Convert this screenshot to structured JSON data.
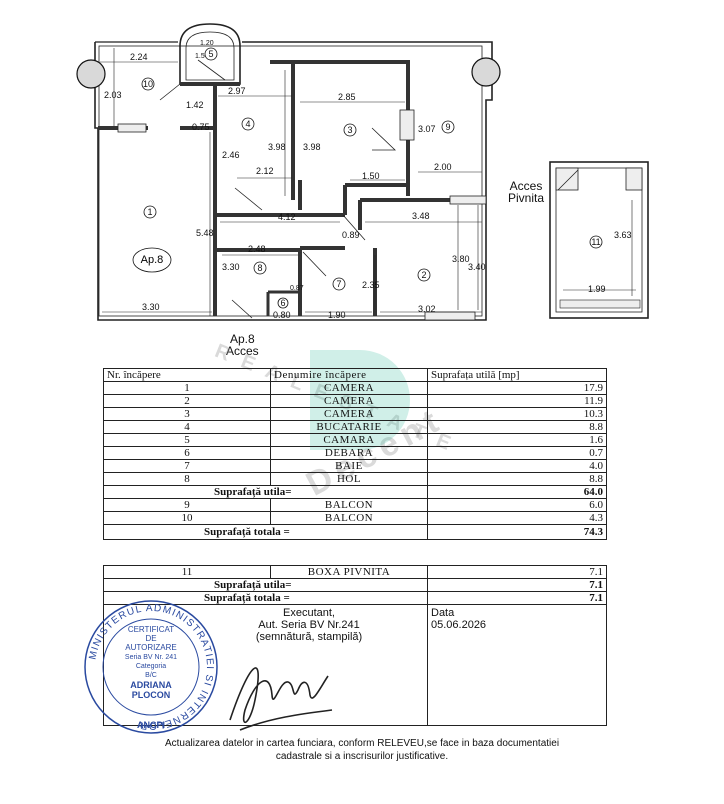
{
  "plan": {
    "dimensions": [
      "2.24",
      "1.20",
      "1.57",
      "2.03",
      "2.97",
      "1.42",
      "0.75",
      "2.85",
      "3.98",
      "3.98",
      "3.07",
      "2.46",
      "2.12",
      "1.50",
      "2.00",
      "4.12",
      "0.89",
      "3.48",
      "5.48",
      "2.48",
      "3.30",
      "3.80",
      "3.40",
      "2.35",
      "0.87",
      "0.80",
      "1.90",
      "3.02",
      "3.30",
      "3.63",
      "1.99"
    ],
    "room_numbers": [
      "1",
      "2",
      "3",
      "4",
      "5",
      "6",
      "7",
      "8",
      "9",
      "10",
      "11"
    ],
    "apartment_label": "Ap.8",
    "basement_access_label_line1": "Acces",
    "basement_access_label_line2": "Pivnita",
    "entry_label_line1": "Ap.8",
    "entry_label_line2": "Acces"
  },
  "table1": {
    "headers": [
      "Nr. încăpere",
      "Denumire încăpere",
      "Suprafața utilă [mp]"
    ],
    "rows": [
      [
        "1",
        "CAMERA",
        "17.9"
      ],
      [
        "2",
        "CAMERA",
        "11.9"
      ],
      [
        "3",
        "CAMERA",
        "10.3"
      ],
      [
        "4",
        "BUCATARIE",
        "8.8"
      ],
      [
        "5",
        "CAMARA",
        "1.6"
      ],
      [
        "6",
        "DEBARA",
        "0.7"
      ],
      [
        "7",
        "BAIE",
        "4.0"
      ],
      [
        "8",
        "HOL",
        "8.8"
      ]
    ],
    "useful_label": "Suprafață utila=",
    "useful_value": "64.0",
    "balcony_rows": [
      [
        "9",
        "BALCON",
        "6.0"
      ],
      [
        "10",
        "BALCON",
        "4.3"
      ]
    ],
    "total_label": "Suprafață totala  =",
    "total_value": "74.3"
  },
  "table2": {
    "row": [
      "11",
      "BOXA PIVNITA",
      "7.1"
    ],
    "useful_label": "Suprafață utila=",
    "useful_value": "7.1",
    "total_label": "Suprafață totala  =",
    "total_value": "7.1",
    "executant_label": "Executant,",
    "authorization": "Aut. Seria BV Nr.241",
    "signature_note": "(semnătură, stampilă)",
    "date_label": "Data",
    "date_value": "05.06.2026"
  },
  "stamp": {
    "ring_text": "MINISTERUL ADMINISTRATIEI SI INTERNELOR",
    "line1": "CERTIFICAT",
    "line2": "DE",
    "line3": "AUTORIZARE",
    "line4": "Seria BV Nr. 241",
    "line5": "Categoria",
    "line6": "B/C",
    "line7": "ADRIANA",
    "line8": "PLOCON",
    "line9": "ANCPI"
  },
  "watermark": {
    "top": "R E A L   E S T A T E",
    "bottom": "Decent"
  },
  "footer": {
    "line1": "Actualizarea datelor in cartea funciara, conform RELEVEU,se face in baza documentatiei",
    "line2": "cadastrale si a inscrisurilor justificative."
  }
}
